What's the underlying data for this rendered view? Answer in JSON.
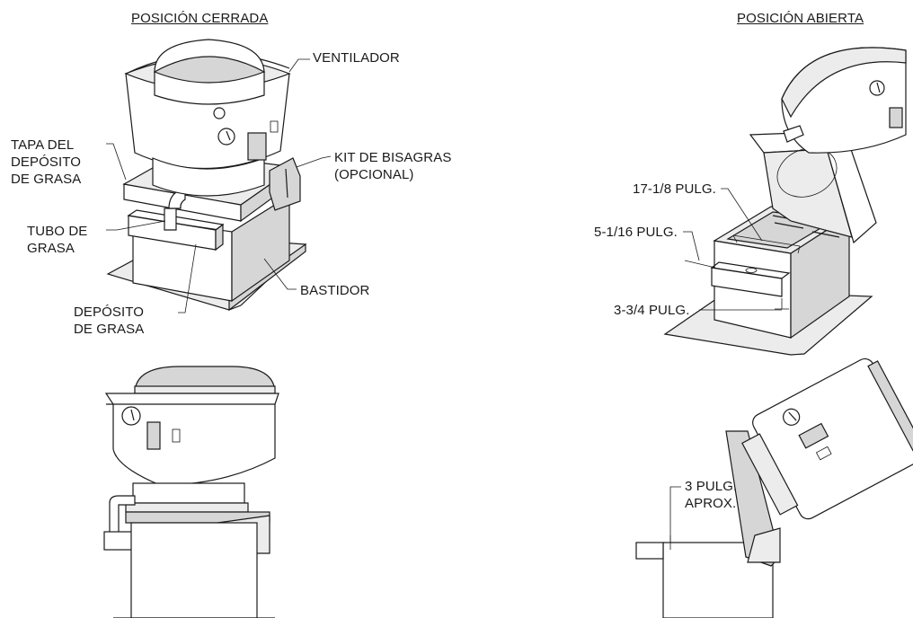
{
  "titles": {
    "closed": "POSICIÓN CERRADA",
    "open": "POSICIÓN ABIERTA"
  },
  "labels": {
    "fan": "VENTILADOR",
    "hinge_kit": "KIT DE BISAGRAS\n(OPCIONAL)",
    "grease_cover": "TAPA DEL\nDEPÓSITO\nDE GRASA",
    "grease_tube": "TUBO DE\nGRASA",
    "frame": "BASTIDOR",
    "grease_box": "DEPÓSITO\nDE GRASA",
    "dim_width": "17-1/8 PULG.",
    "dim_depth": "5-1/16 PULG.",
    "dim_height": "3-3/4 PULG.",
    "dim_clearance": "3 PULG.\nAPROX."
  }
}
